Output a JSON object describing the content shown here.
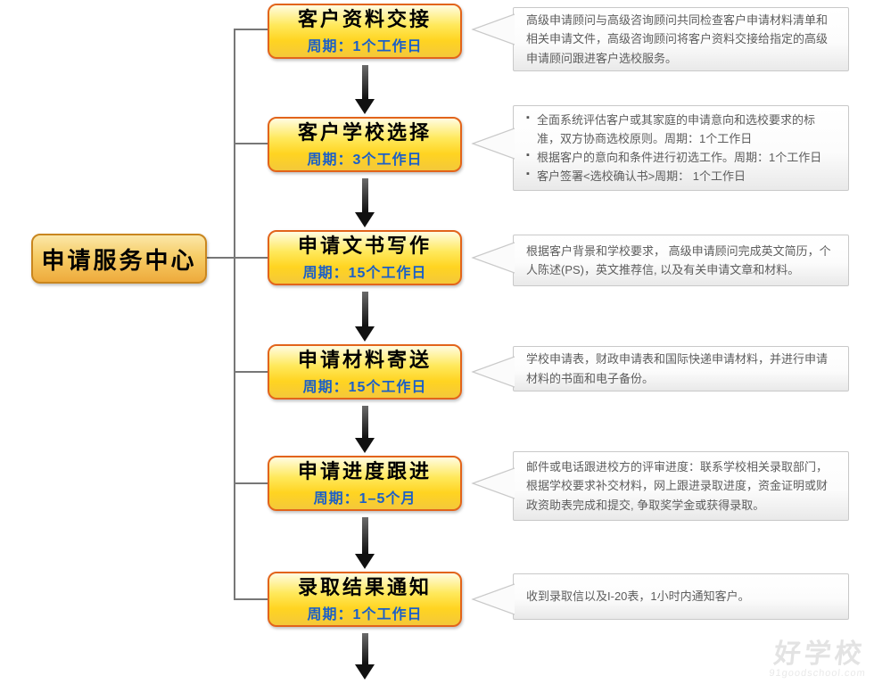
{
  "diagram": {
    "root": {
      "label": "申请服务中心"
    },
    "steps": [
      {
        "title": "客户资料交接",
        "period": "周期：1个工作日",
        "note": "高级申请顾问与高级咨询顾问共同检查客户申请材料清单和相关申请文件，高级咨询顾问将客户资料交接给指定的高级申请顾问跟进客户选校服务。"
      },
      {
        "title": "客户学校选择",
        "period": "周期：3个工作日",
        "bullets": [
          "全面系统评估客户或其家庭的申请意向和选校要求的标准，双方协商选校原则。周期：1个工作日",
          "根据客户的意向和条件进行初选工作。周期：1个工作日",
          "客户签署<选校确认书>周期：  1个工作日"
        ]
      },
      {
        "title": "申请文书写作",
        "period": "周期：15个工作日",
        "note": "根据客户背景和学校要求，  高级申请顾问完成英文简历，个人陈述(PS)，英文推荐信, 以及有关申请文章和材料。"
      },
      {
        "title": "申请材料寄送",
        "period": "周期：15个工作日",
        "note": "学校申请表，财政申请表和国际快递申请材料，并进行申请材料的书面和电子备份。"
      },
      {
        "title": "申请进度跟进",
        "period": "周期：1–5个月",
        "note": "邮件或电话跟进校方的评审进度：联系学校相关录取部门，根据学校要求补交材料，网上跟进录取进度，资金证明或财政资助表完成和提交, 争取奖学金或获得录取。"
      },
      {
        "title": "录取结果通知",
        "period": "周期：1个工作日",
        "note": "收到录取信以及I-20表，1小时内通知客户。"
      }
    ],
    "watermark": {
      "brand": "好学校",
      "site": "91goodschool.com"
    },
    "colors": {
      "step_box_gold": "#ffd421",
      "step_box_border": "#e2641b",
      "period_text": "#1a5fc8",
      "root_box_border": "#c9861f",
      "connector": "#777777",
      "note_text": "#5d5d5d",
      "note_border": "#c9c9c9"
    }
  }
}
